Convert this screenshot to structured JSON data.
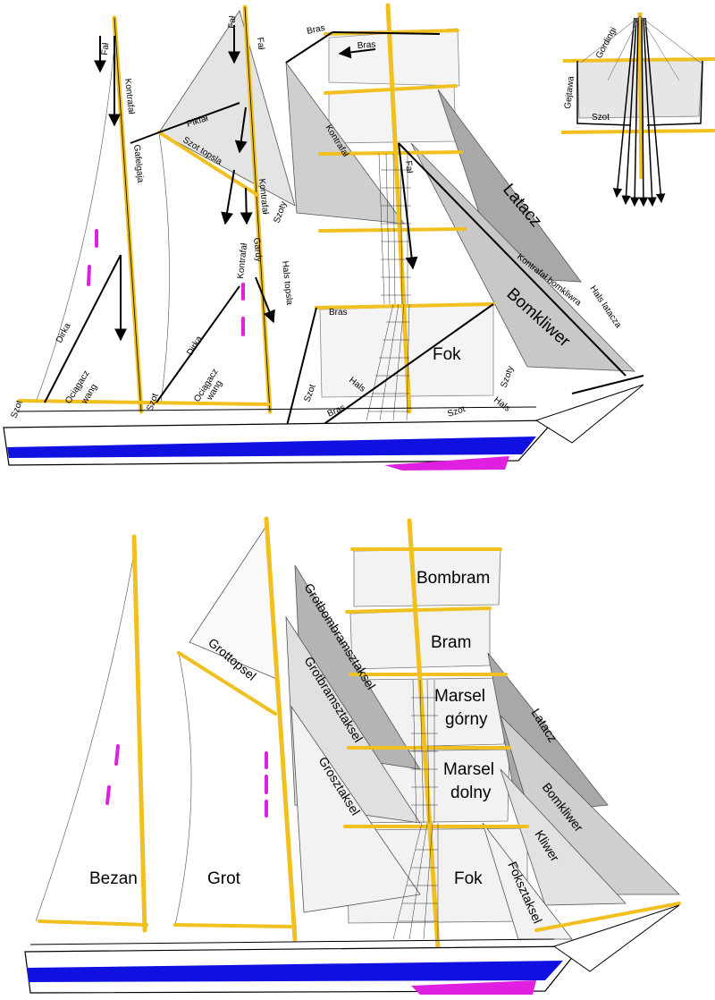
{
  "top_diagram": {
    "labels": [
      {
        "id": "fal-1",
        "text": "Fał"
      },
      {
        "id": "fal-2",
        "text": "Fał"
      },
      {
        "id": "fal-3",
        "text": "Fał"
      },
      {
        "id": "fal-4",
        "text": "Fał"
      },
      {
        "id": "kontrafal-1",
        "text": "Kontrafał"
      },
      {
        "id": "kontrafal-2",
        "text": "Kontrafał"
      },
      {
        "id": "kontrafal-3",
        "text": "Kontrafał"
      },
      {
        "id": "kontrafal-4",
        "text": "Kontrafał"
      },
      {
        "id": "gafelgaja",
        "text": "Gafelgaja"
      },
      {
        "id": "gardy",
        "text": "Gardy"
      },
      {
        "id": "pikfal",
        "text": "Pikfał"
      },
      {
        "id": "szot-topsla",
        "text": "Szot topsla"
      },
      {
        "id": "hals-topsla",
        "text": "Hals topsla"
      },
      {
        "id": "szoty-1",
        "text": "Szoty"
      },
      {
        "id": "szoty-2",
        "text": "Szoty"
      },
      {
        "id": "bras-1",
        "text": "Bras"
      },
      {
        "id": "bras-2",
        "text": "Bras"
      },
      {
        "id": "bras-3",
        "text": "Bras"
      },
      {
        "id": "bras-4",
        "text": "Bras"
      },
      {
        "id": "latacz",
        "text": "Latacz"
      },
      {
        "id": "kontrafal-bomkliwra",
        "text": "Kontrafał bomkliwra"
      },
      {
        "id": "hals-latacza",
        "text": "Hals latacza"
      },
      {
        "id": "bomkliwer",
        "text": "Bomkliwer"
      },
      {
        "id": "fok",
        "text": "Fok"
      },
      {
        "id": "dirka-1",
        "text": "Dirka"
      },
      {
        "id": "dirka-2",
        "text": "Dirka"
      },
      {
        "id": "szot-1",
        "text": "Szot"
      },
      {
        "id": "szot-2",
        "text": "Szot"
      },
      {
        "id": "szot-3",
        "text": "Szot"
      },
      {
        "id": "szot-4",
        "text": "Szot"
      },
      {
        "id": "ociagacz-wang-1",
        "text": "Ociągacz"
      },
      {
        "id": "wang-1",
        "text": "wang"
      },
      {
        "id": "ociagacz-wang-2",
        "text": "Ociągacz"
      },
      {
        "id": "wang-2",
        "text": "wang"
      },
      {
        "id": "hals-1",
        "text": "Hals"
      },
      {
        "id": "hals-2",
        "text": "Hals"
      }
    ]
  },
  "inset": {
    "labels": [
      {
        "id": "gejtawa",
        "text": "Gejtawa"
      },
      {
        "id": "gordingi",
        "text": "Gordingi"
      },
      {
        "id": "szot-inset",
        "text": "Szot"
      }
    ]
  },
  "bottom_diagram": {
    "sails": [
      {
        "id": "bombram",
        "text": "Bombram"
      },
      {
        "id": "bram",
        "text": "Bram"
      },
      {
        "id": "marsel-gorny-1",
        "text": "Marsel"
      },
      {
        "id": "marsel-gorny-2",
        "text": "górny"
      },
      {
        "id": "marsel-dolny-1",
        "text": "Marsel"
      },
      {
        "id": "marsel-dolny-2",
        "text": "dolny"
      },
      {
        "id": "fok",
        "text": "Fok"
      },
      {
        "id": "bezan",
        "text": "Bezan"
      },
      {
        "id": "grot",
        "text": "Grot"
      },
      {
        "id": "grottopsel",
        "text": "Grottopsel"
      },
      {
        "id": "grotbombramsztaksel",
        "text": "Grotbombramsztaksel"
      },
      {
        "id": "grotbramsztaksel",
        "text": "Grotbramsztaksel"
      },
      {
        "id": "grosztaksel",
        "text": "Grosztaksel"
      },
      {
        "id": "latacz",
        "text": "Latacz"
      },
      {
        "id": "bomkliwer",
        "text": "Bomkliwer"
      },
      {
        "id": "kliwer",
        "text": "Kliwer"
      },
      {
        "id": "foksztaksel",
        "text": "Foksztaksel"
      }
    ]
  },
  "colors": {
    "mast": "#f0c020",
    "hull_blue": "#1010e0",
    "hull_magenta": "#e020e0",
    "sail_light": "#e4e4e4",
    "sail_mid": "#c8c8c8",
    "sail_dark": "#a8a8a8",
    "line": "#000000"
  }
}
